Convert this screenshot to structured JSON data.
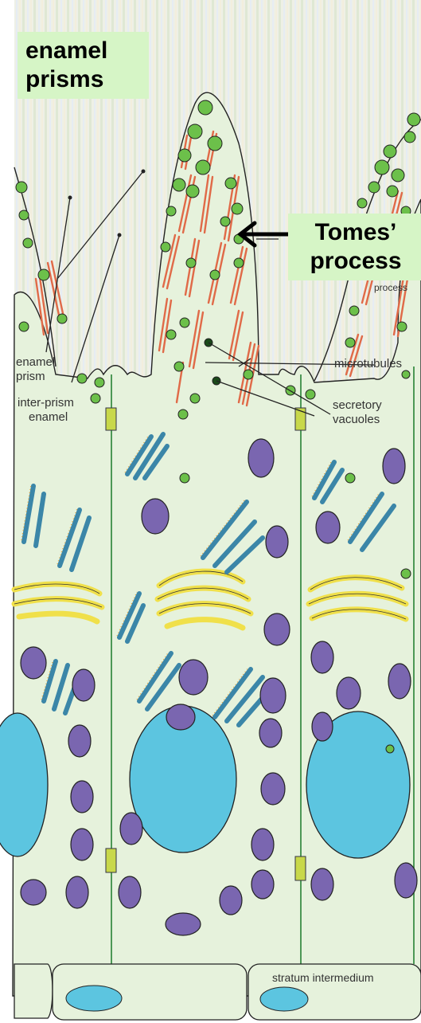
{
  "callouts": {
    "enamel_prisms": [
      "enamel",
      "prisms"
    ],
    "tomes_process": [
      "Tomes’",
      "process"
    ]
  },
  "labels": {
    "enamel_prism": [
      "enamel",
      "prism"
    ],
    "inter_prism_enamel": [
      "inter-prism",
      "enamel"
    ],
    "microtubules": "microtubules",
    "secretory_vacuoles": [
      "secretory",
      "vacuoles"
    ],
    "stratum_intermedium": "stratum intermedium",
    "process_fragment": "process"
  },
  "colors": {
    "callout_bg": "#d6f5c6",
    "cytoplasm": "#e6f2dc",
    "nucleus": "#5cc5e0",
    "mitochondria": "#7a66b0",
    "er": "#3b86a8",
    "golgi": "#f0e04a",
    "granule": "#6cc04a",
    "microtubule": "#e06a48"
  }
}
